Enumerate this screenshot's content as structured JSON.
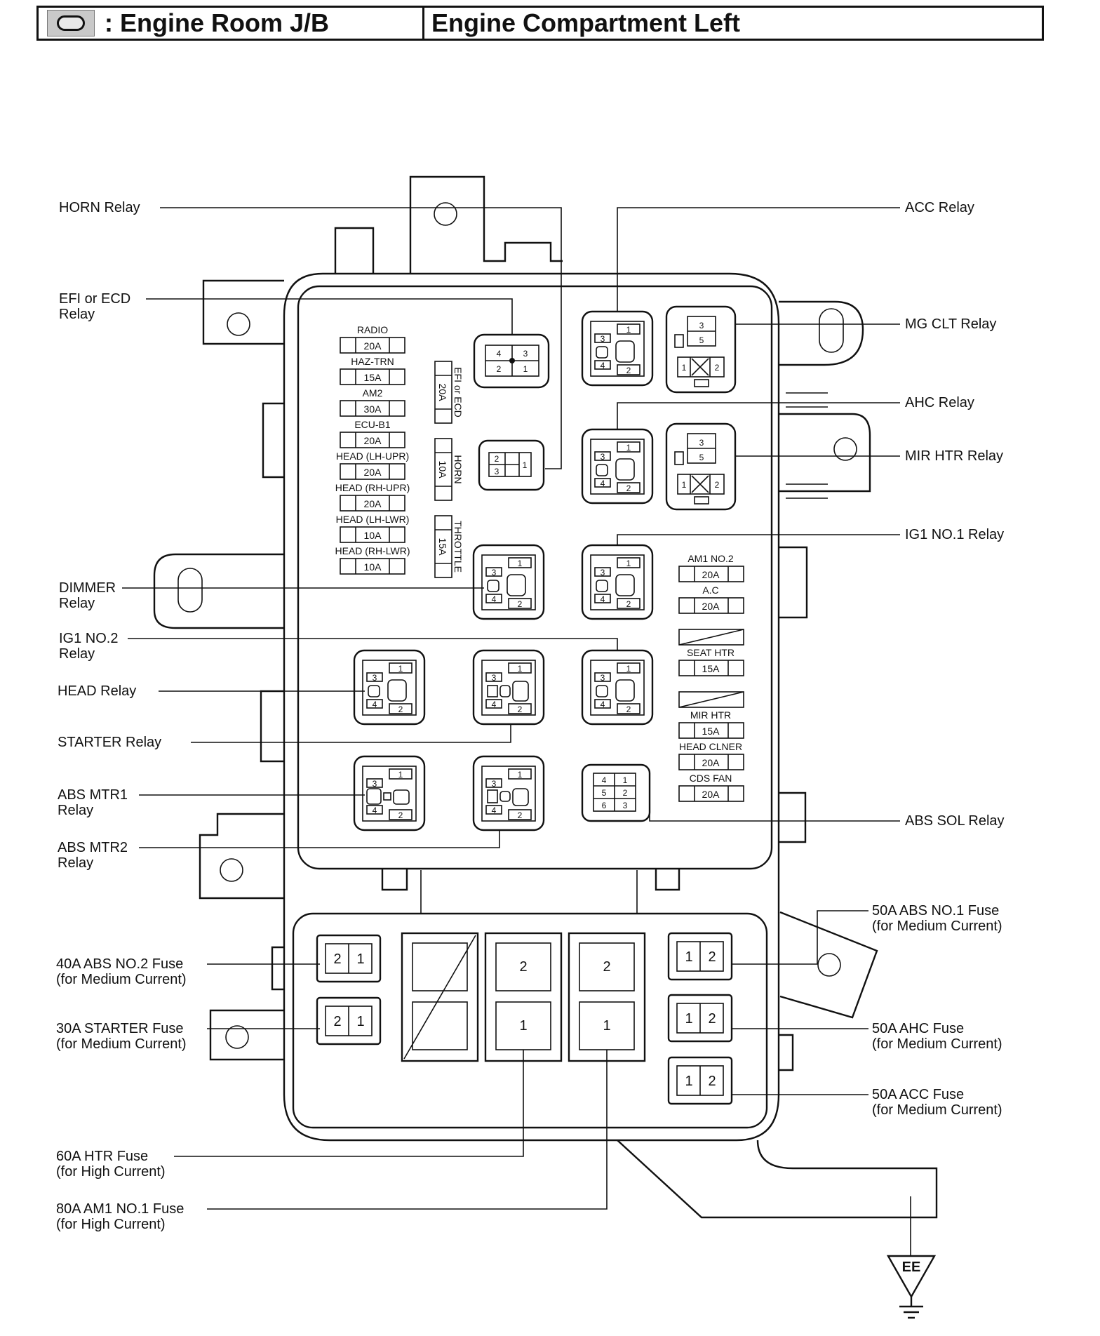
{
  "header": {
    "jb_name": ": Engine Room J/B",
    "location": "Engine Compartment Left"
  },
  "icons": {
    "jb_badge": "rounded-rect-icon",
    "ground": "ground-symbol-icon"
  },
  "callouts": {
    "horn_relay": [
      "HORN Relay"
    ],
    "efi_ecd_relay": [
      "EFI or ECD",
      "Relay"
    ],
    "dimmer_relay": [
      "DIMMER",
      "Relay"
    ],
    "ig1_no2_relay": [
      "IG1 NO.2",
      "Relay"
    ],
    "head_relay": [
      "HEAD Relay"
    ],
    "starter_relay": [
      "STARTER Relay"
    ],
    "abs_mtr1_relay": [
      "ABS MTR1",
      "Relay"
    ],
    "abs_mtr2_relay": [
      "ABS MTR2",
      "Relay"
    ],
    "fuse_40a_abs_no2": [
      "40A ABS NO.2 Fuse",
      "(for Medium Current)"
    ],
    "fuse_30a_starter": [
      "30A STARTER Fuse",
      "(for Medium Current)"
    ],
    "fuse_60a_htr": [
      "60A HTR Fuse",
      "(for High Current)"
    ],
    "fuse_80a_am1_no1": [
      "80A AM1 NO.1 Fuse",
      "(for High Current)"
    ],
    "acc_relay": [
      "ACC Relay"
    ],
    "mg_clt_relay": [
      "MG CLT Relay"
    ],
    "ahc_relay": [
      "AHC Relay"
    ],
    "mir_htr_relay": [
      "MIR HTR Relay"
    ],
    "ig1_no1_relay": [
      "IG1 NO.1 Relay"
    ],
    "abs_sol_relay": [
      "ABS SOL Relay"
    ],
    "fuse_50a_abs_no1": [
      "50A ABS NO.1 Fuse",
      "(for Medium Current)"
    ],
    "fuse_50a_ahc": [
      "50A AHC Fuse",
      "(for Medium Current)"
    ],
    "fuse_50a_acc": [
      "50A ACC Fuse",
      "(for Medium Current)"
    ]
  },
  "fuses_left": [
    {
      "name": "RADIO",
      "amp": "20A"
    },
    {
      "name": "HAZ-TRN",
      "amp": "15A"
    },
    {
      "name": "AM2",
      "amp": "30A"
    },
    {
      "name": "ECU-B1",
      "amp": "20A"
    },
    {
      "name": "HEAD (LH-UPR)",
      "amp": "20A"
    },
    {
      "name": "HEAD (RH-UPR)",
      "amp": "20A"
    },
    {
      "name": "HEAD (LH-LWR)",
      "amp": "10A"
    },
    {
      "name": "HEAD (RH-LWR)",
      "amp": "10A"
    }
  ],
  "fuses_vertical": [
    {
      "name": "EFI or ECD",
      "amp": "20A"
    },
    {
      "name": "HORN",
      "amp": "10A"
    },
    {
      "name": "THROTTLE",
      "amp": "15A"
    }
  ],
  "fuses_right": [
    {
      "name": "AM1 NO.2",
      "amp": "20A"
    },
    {
      "name": "A.C",
      "amp": "20A"
    },
    {
      "name": "",
      "amp": ""
    },
    {
      "name": "SEAT HTR",
      "amp": "15A"
    },
    {
      "name": "",
      "amp": ""
    },
    {
      "name": "MIR HTR",
      "amp": "15A"
    },
    {
      "name": "HEAD CLNER",
      "amp": "20A"
    },
    {
      "name": "CDS FAN",
      "amp": "20A"
    }
  ],
  "pins": {
    "p1": "1",
    "p2": "2",
    "p3": "3",
    "p4": "4",
    "p5": "5",
    "p6": "6"
  },
  "ground_label": "EE"
}
